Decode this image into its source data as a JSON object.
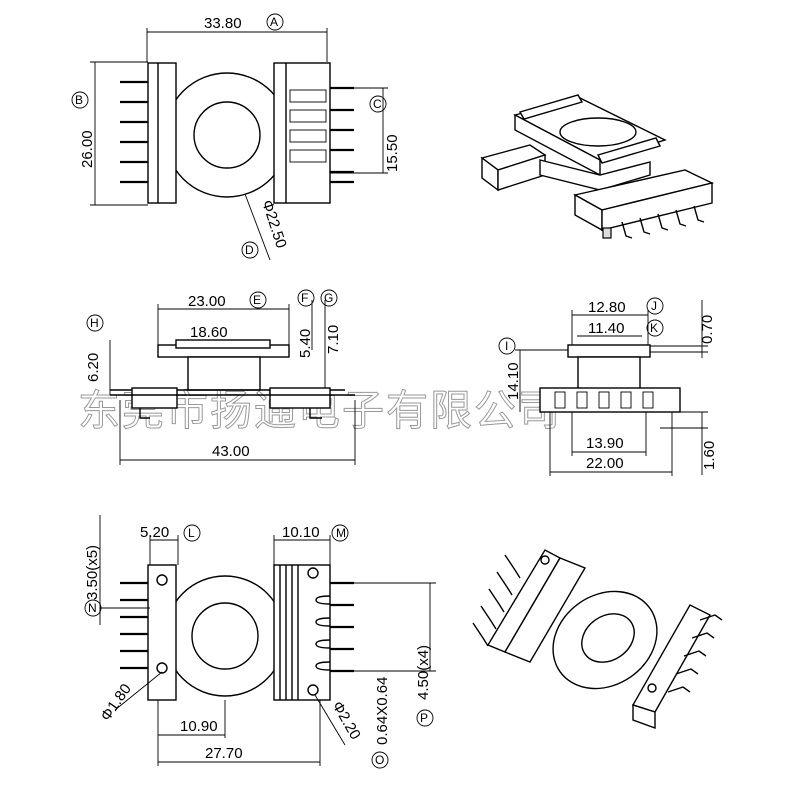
{
  "watermark": "东莞市扬通电子有限公司",
  "top_view": {
    "width_dim": "33.80",
    "width_tag": "A",
    "height_dim": "26.00",
    "height_tag": "B",
    "pin_span_dim": "15.50",
    "pin_span_tag": "C",
    "diameter_dim": "Φ22.50",
    "diameter_tag": "D"
  },
  "front_view": {
    "top_width_dim": "23.00",
    "top_width_tag": "E",
    "inner_width_dim": "18.60",
    "height1_dim": "5.40",
    "height1_tag": "F",
    "height2_dim": "7.10",
    "height2_tag": "G",
    "left_height_dim": "6.20",
    "left_height_tag": "H",
    "overall_width_dim": "43.00"
  },
  "side_view": {
    "top_width_dim": "12.80",
    "top_width_tag": "J",
    "inner_width_dim": "11.40",
    "inner_width_tag": "K",
    "wall_dim": "0.70",
    "height_dim": "14.10",
    "height_tag": "I",
    "bottom_inner_dim": "13.90",
    "bottom_width_dim": "22.00",
    "pin_height_dim": "1.60"
  },
  "bottom_view": {
    "pitch_dim": "3.50(x5)",
    "flange_dim": "5.20",
    "flange_tag": "L",
    "right_flange_dim": "10.10",
    "right_flange_tag": "M",
    "left_tag": "N",
    "hole_dim": "Φ1.80",
    "center_dim": "10.90",
    "overall_dim": "27.70",
    "pin_dim": "Φ2.20",
    "pin_tag": "O",
    "pin_size_dim": "0.64X0.64",
    "pin_pitch_dim": "4.50(x4)",
    "pitch_tag": "P"
  }
}
